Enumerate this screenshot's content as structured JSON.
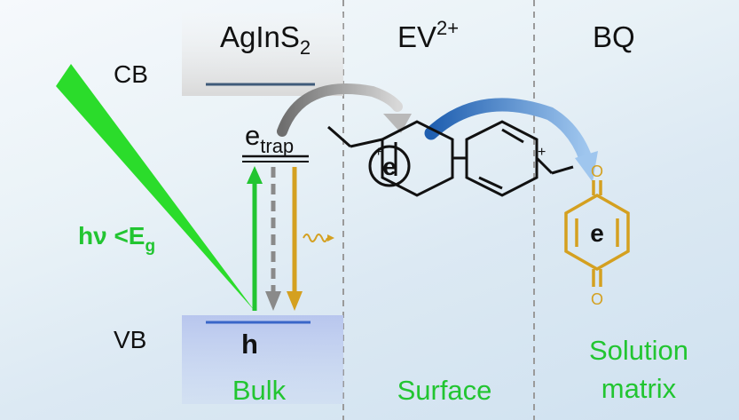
{
  "columns": {
    "material": {
      "base": "AgInS",
      "sub": "2"
    },
    "acceptor1": {
      "base": "EV",
      "sup": "2+"
    },
    "acceptor2": "BQ"
  },
  "bands": {
    "cb": "CB",
    "vb": "VB"
  },
  "trap": {
    "base": "e",
    "sub": "trap"
  },
  "hole": "h",
  "excitation": {
    "prefix": "hν <E",
    "sub": "g"
  },
  "molecule_labels": {
    "electron": "e",
    "n_plus": "+",
    "oxygen": "O"
  },
  "regions": {
    "bulk": "Bulk",
    "surface": "Surface",
    "solution_line1": "Solution",
    "solution_line2": "matrix"
  },
  "colors": {
    "green": "#22c531",
    "bright_green": "#2bdc2b",
    "gold": "#d4a020",
    "gray_arrow": "#8a8a8a",
    "blue_arrow": "#3a7fc8",
    "band_line": "#3f5a7a",
    "vb_line": "#3a66c8"
  },
  "icons": [
    "up-arrow-icon",
    "down-arrow-icon",
    "wavy-arrow-icon",
    "curved-arrow-icon"
  ]
}
